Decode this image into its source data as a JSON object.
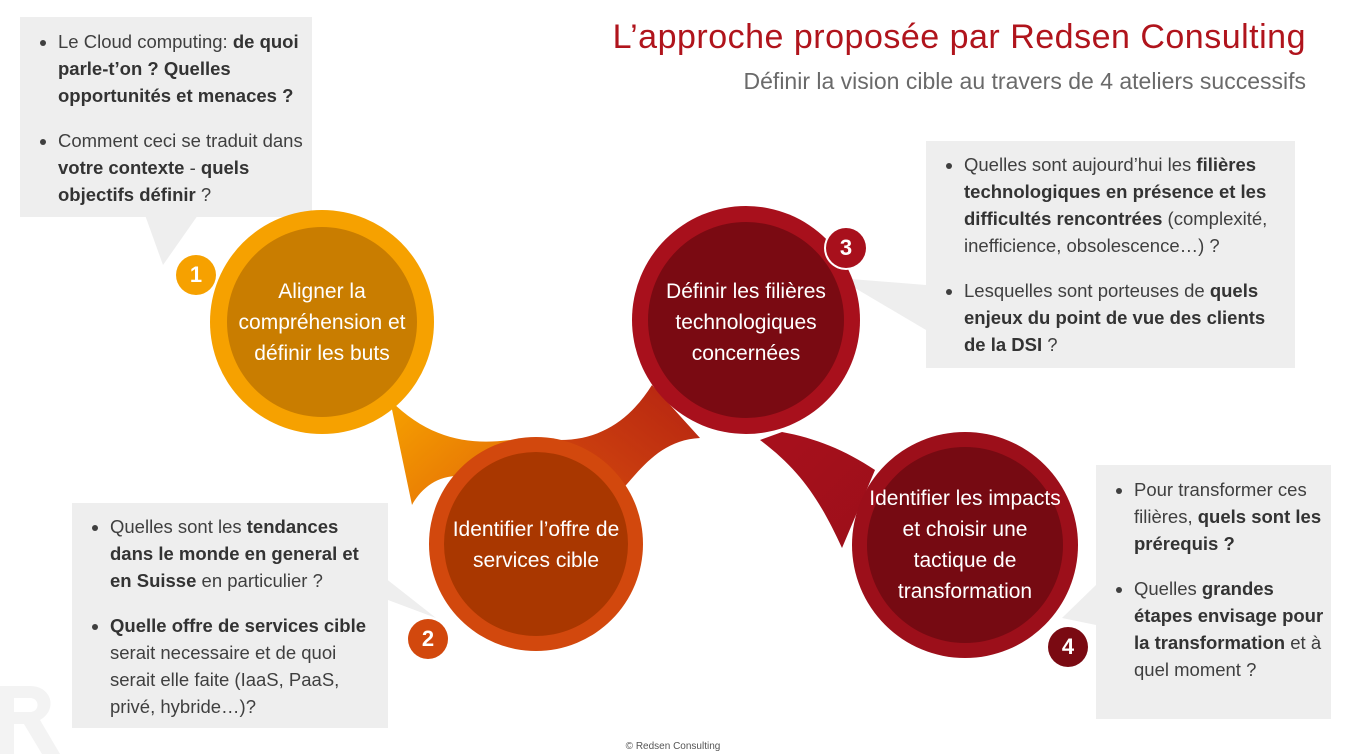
{
  "header": {
    "title": "L’approche proposée par Redsen Consulting",
    "subtitle": "Définir la vision cible au travers de 4 ateliers successifs"
  },
  "steps": [
    {
      "number": "1",
      "label": "Aligner la compréhension et définir les buts",
      "color": "#f6a100",
      "inner_color": "#c97d00"
    },
    {
      "number": "2",
      "label": "Identifier l’offre de services cible",
      "color": "#d2480d",
      "inner_color": "#a93700"
    },
    {
      "number": "3",
      "label": "Définir les filières technologiques concernées",
      "color": "#a8101c",
      "inner_color": "#7a0a12"
    },
    {
      "number": "4",
      "label": "Identifier les impacts et choisir une tactique de transformation",
      "color": "#9c0f1a",
      "inner_color": "#760a12"
    }
  ],
  "callouts": {
    "box1": [
      [
        {
          "t": "Le Cloud computing: "
        },
        {
          "t": "de quoi parle-t’on ? Quelles opportunités et menaces ?",
          "b": true
        }
      ],
      [
        {
          "t": "Comment ceci se traduit dans "
        },
        {
          "t": "votre contexte",
          "b": true
        },
        {
          "t": " - "
        },
        {
          "t": "quels objectifs définir",
          "b": true
        },
        {
          "t": " ?"
        }
      ]
    ],
    "box2": [
      [
        {
          "t": "Quelles sont les "
        },
        {
          "t": "tendances dans le monde en general et en Suisse",
          "b": true
        },
        {
          "t": " en particulier ?"
        }
      ],
      [
        {
          "t": "Quelle offre de services cible",
          "b": true
        },
        {
          "t": " serait necessaire et de quoi serait elle faite (IaaS, PaaS, privé, hybride…)?"
        }
      ]
    ],
    "box3": [
      [
        {
          "t": "Quelles sont aujourd’hui les "
        },
        {
          "t": "filières technologiques en présence et les difficultés rencontrées",
          "b": true
        },
        {
          "t": " (complexité, inefficience, obsolescence…) ?"
        }
      ],
      [
        {
          "t": "Lesquelles sont porteuses de "
        },
        {
          "t": "quels enjeux du point de vue des clients de la DSI",
          "b": true
        },
        {
          "t": " ?"
        }
      ]
    ],
    "box4": [
      [
        {
          "t": "Pour transformer ces filières, "
        },
        {
          "t": "quels sont les prérequis ?",
          "b": true
        }
      ],
      [
        {
          "t": "Quelles "
        },
        {
          "t": "grandes étapes envisage pour la transformation",
          "b": true
        },
        {
          "t": " et à quel moment ?"
        }
      ]
    ]
  },
  "footer": {
    "copyright": "© Redsen Consulting"
  },
  "colors": {
    "title": "#b0141c",
    "callout_bg": "#eeeeee"
  }
}
